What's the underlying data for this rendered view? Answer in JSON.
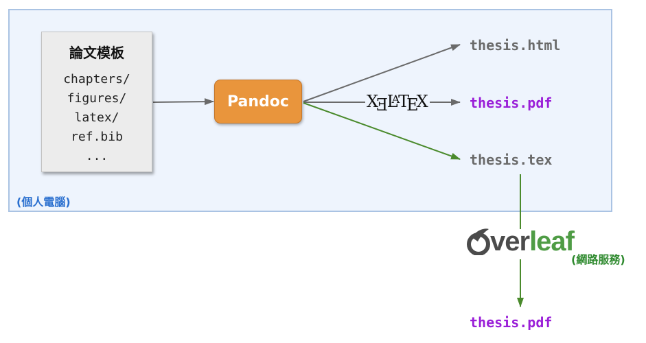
{
  "local_area": {
    "label": "(個人電腦)"
  },
  "template": {
    "title": "論文模板",
    "items": [
      "chapters/",
      "figures/",
      "latex/",
      "ref.bib",
      "..."
    ]
  },
  "pandoc": {
    "label": "Pandoc"
  },
  "engine": {
    "parts": [
      "X",
      "Ǝ",
      "L",
      "A",
      "T",
      "E",
      "X"
    ]
  },
  "outputs": {
    "html": "thesis.html",
    "pdf": "thesis.pdf",
    "tex": "thesis.tex",
    "overleaf_pdf": "thesis.pdf"
  },
  "overleaf": {
    "logo_text": "verleaf",
    "service_label": "(網路服務)"
  },
  "colors": {
    "local_bg": "#eef4fd",
    "local_border": "#aac3e3",
    "pandoc_orange": "#e9953c",
    "gray_arrow": "#6a6a6a",
    "green_arrow": "#4a8a2c",
    "pdf_purple": "#9a1ed8",
    "label_blue": "#2a6fcf"
  }
}
